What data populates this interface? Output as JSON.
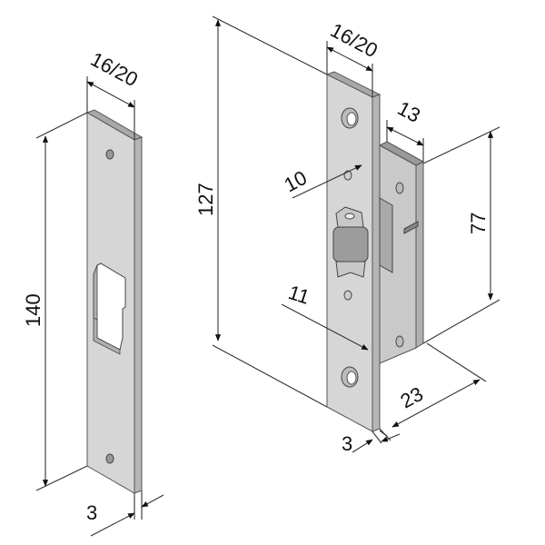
{
  "diagram": {
    "subject": "Lock strike plate and mortise latch with dimensions",
    "colors": {
      "plate_face": "#d6d6d6",
      "plate_edge": "#a8a8a8",
      "body_side": "#c9c9c9",
      "body_top": "#9a9a9a",
      "lines": "#333333"
    },
    "strike_plate": {
      "dimensions": {
        "width": "16/20",
        "height": "140",
        "thickness": "3"
      }
    },
    "lock": {
      "dimensions": {
        "faceplate_width": "16/20",
        "faceplate_height": "127",
        "body_depth_top": "13",
        "latch_offset_upper": "10",
        "latch_offset_lower": "11",
        "body_height": "77",
        "body_depth": "23",
        "faceplate_thickness": "3"
      }
    }
  }
}
